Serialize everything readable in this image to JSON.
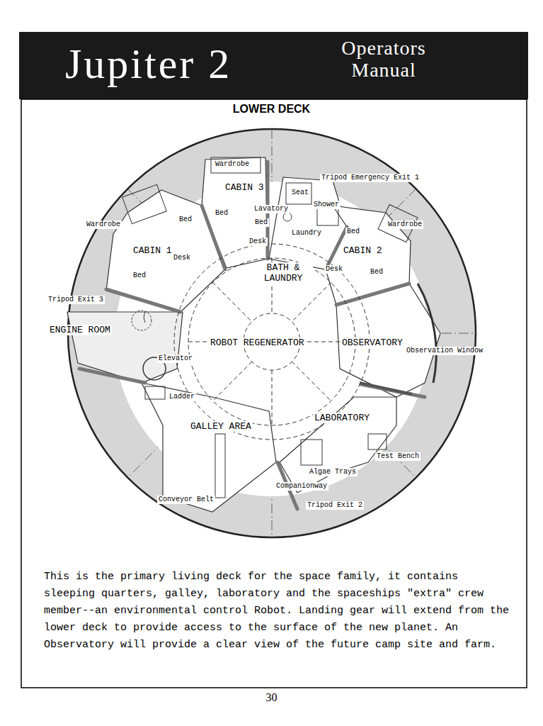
{
  "diagram": {
    "title": "Jupiter 2",
    "caption": "This is the primary living deck for the space family, it contains sleeping quarters, galley, laboratory and the spaceships \"extra\" crew member--an environmental control Robot. Landing gear will extend from the lower deck to provide access to the surface of the new planet. An Observatory will provide a clear view of the future camp site and farm.",
    "labels": [
      "Operators Manual",
      "LOWER DECK",
      "Wardrobe",
      "CABIN 3",
      "Tripod Emergency Exit 1",
      "Seat",
      "Shower",
      "Lavatory",
      "Bed",
      "Bed",
      "Wardrobe",
      "Bed",
      "Wardrobe",
      "Laundry",
      "Bed",
      "Desk",
      "CABIN 1",
      "Desk",
      "CABIN 2",
      "BATH & LAUNDRY",
      "Desk",
      "Bed",
      "Bed",
      "Tripod Exit 3",
      "ENGINE ROOM",
      "ROBOT REGENERATOR",
      "OBSERVATORY",
      "Observation Window",
      "Elevator",
      "Ladder",
      "GALLEY AREA",
      "LABORATORY",
      "Test Bench",
      "Algae Trays",
      "Companionway",
      "Conveyor Belt",
      "Tripod Exit 2",
      "30"
    ]
  }
}
